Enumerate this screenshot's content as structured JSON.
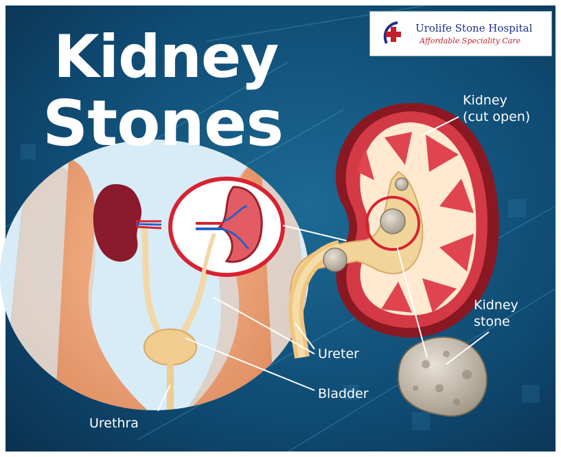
{
  "title": {
    "line1": "Kidney",
    "line2": "Stones"
  },
  "logo": {
    "name": "Urolife Stone Hospital",
    "tagline": "Affordable Speciality Care",
    "icon": "medical-cross-icon"
  },
  "labels": {
    "kidney_cut_line1": "Kidney",
    "kidney_cut_line2": "(cut open)",
    "kidney_stone_line1": "Kidney",
    "kidney_stone_line2": "stone",
    "ureter": "Ureter",
    "bladder": "Bladder",
    "urethra": "Urethra"
  },
  "colors": {
    "background": "#0d3f63",
    "accent_red": "#d8222f",
    "skin": "#f0a377",
    "kidney_red": "#d33a45",
    "kidney_dark": "#8a1822",
    "pelvis_tan": "#f0d49a",
    "stone": "#c9c0b0",
    "label": "#ffffff"
  }
}
